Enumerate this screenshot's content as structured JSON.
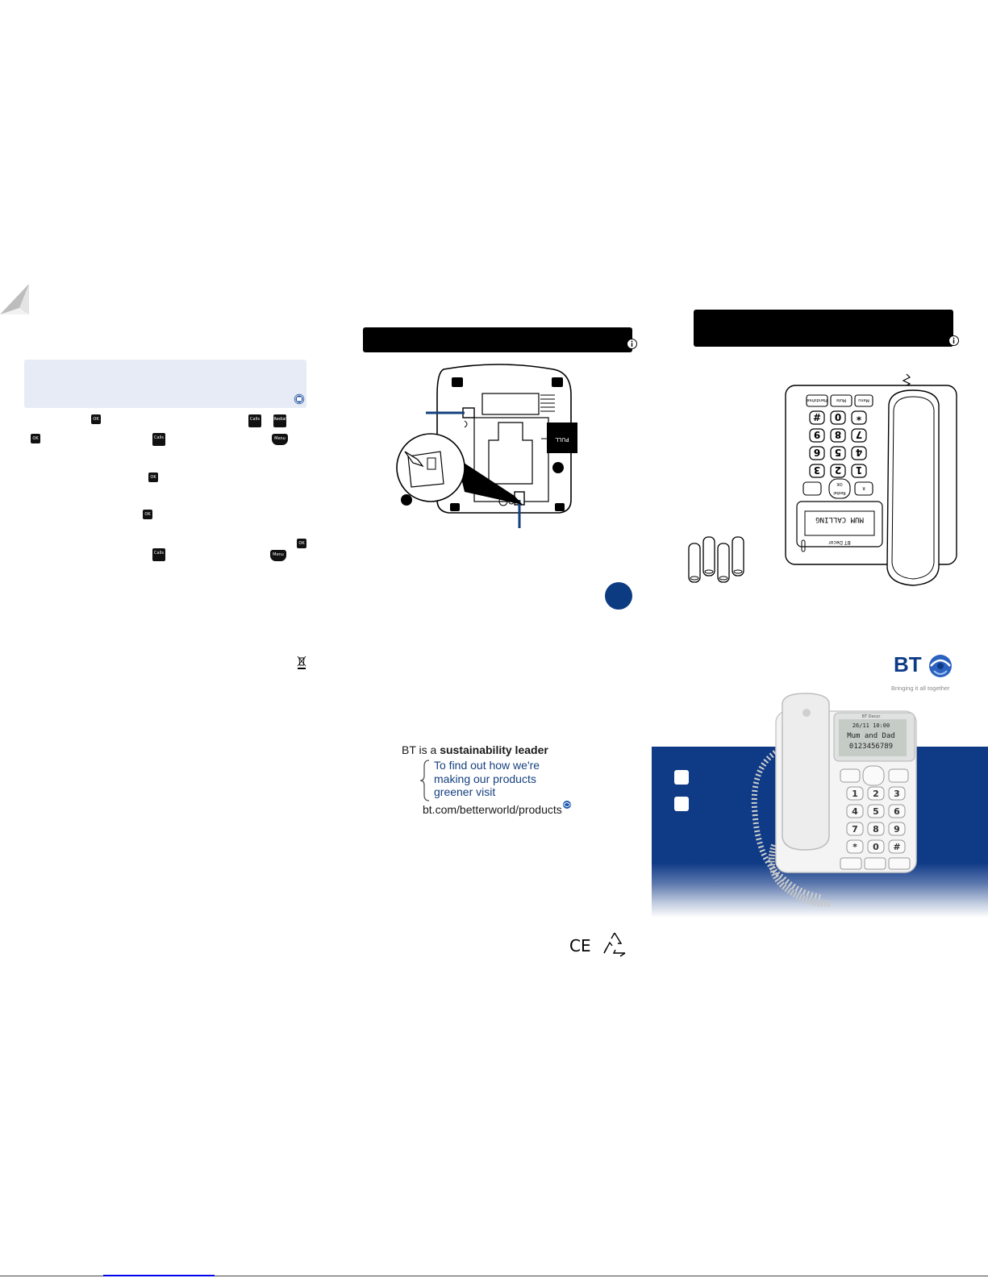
{
  "left_panel": {
    "keys": {
      "ok": "OK",
      "calls": "Calls",
      "redial": "Redial",
      "menu": "Menu"
    }
  },
  "right_panel": {
    "phone_display_line1": "MUM CALLING",
    "phone_display_brand": "BT Decor",
    "phone_keys": {
      "handsfree": "Handsfree",
      "mute": "Mute",
      "menu": "Menu",
      "redial": "Redial",
      "ok": "OK",
      "r": "R"
    }
  },
  "middle_panel": {
    "sustainability": {
      "lead": "BT is a ",
      "lead_bold": "sustainability leader",
      "blue_lines": [
        "To find out how we're",
        "making our products",
        "greener visit"
      ],
      "url": "bt.com/betterworld/products"
    },
    "marks": {
      "ce": "CE"
    },
    "diagram_label": "PULL"
  },
  "cover": {
    "brand_logo": "BT",
    "tagline": "Bringing it all together",
    "phone_display_date": "26/11 10:00",
    "phone_display_name": "Mum and Dad",
    "phone_display_number": "0123456789",
    "phone_brand": "BT Decor"
  },
  "colors": {
    "bt_blue": "#0f3a86",
    "info_bar": "#e6ebf5",
    "link_blue": "#15407e"
  }
}
